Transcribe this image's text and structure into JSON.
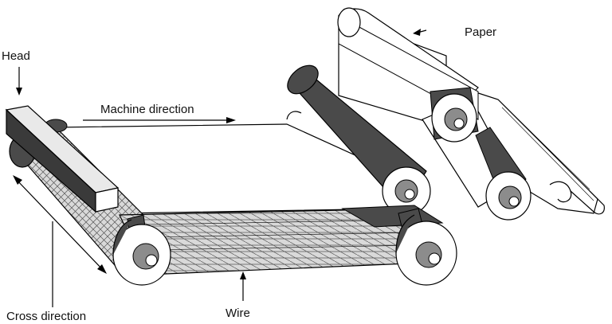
{
  "labels": {
    "head": "Head",
    "machine_direction": "Machine direction",
    "paper": "Paper",
    "cross_direction": "Cross direction",
    "wire": "Wire"
  },
  "colors": {
    "roller_dark": "#4a4a4a",
    "roller_mid": "#8c8c8c",
    "hub_light": "#d4d4d4",
    "paper": "#ffffff",
    "head_top": "#e9e9e9",
    "head_front": "#3a3a3a",
    "wire_mesh": "#d9d9d9",
    "outline": "#000000"
  }
}
